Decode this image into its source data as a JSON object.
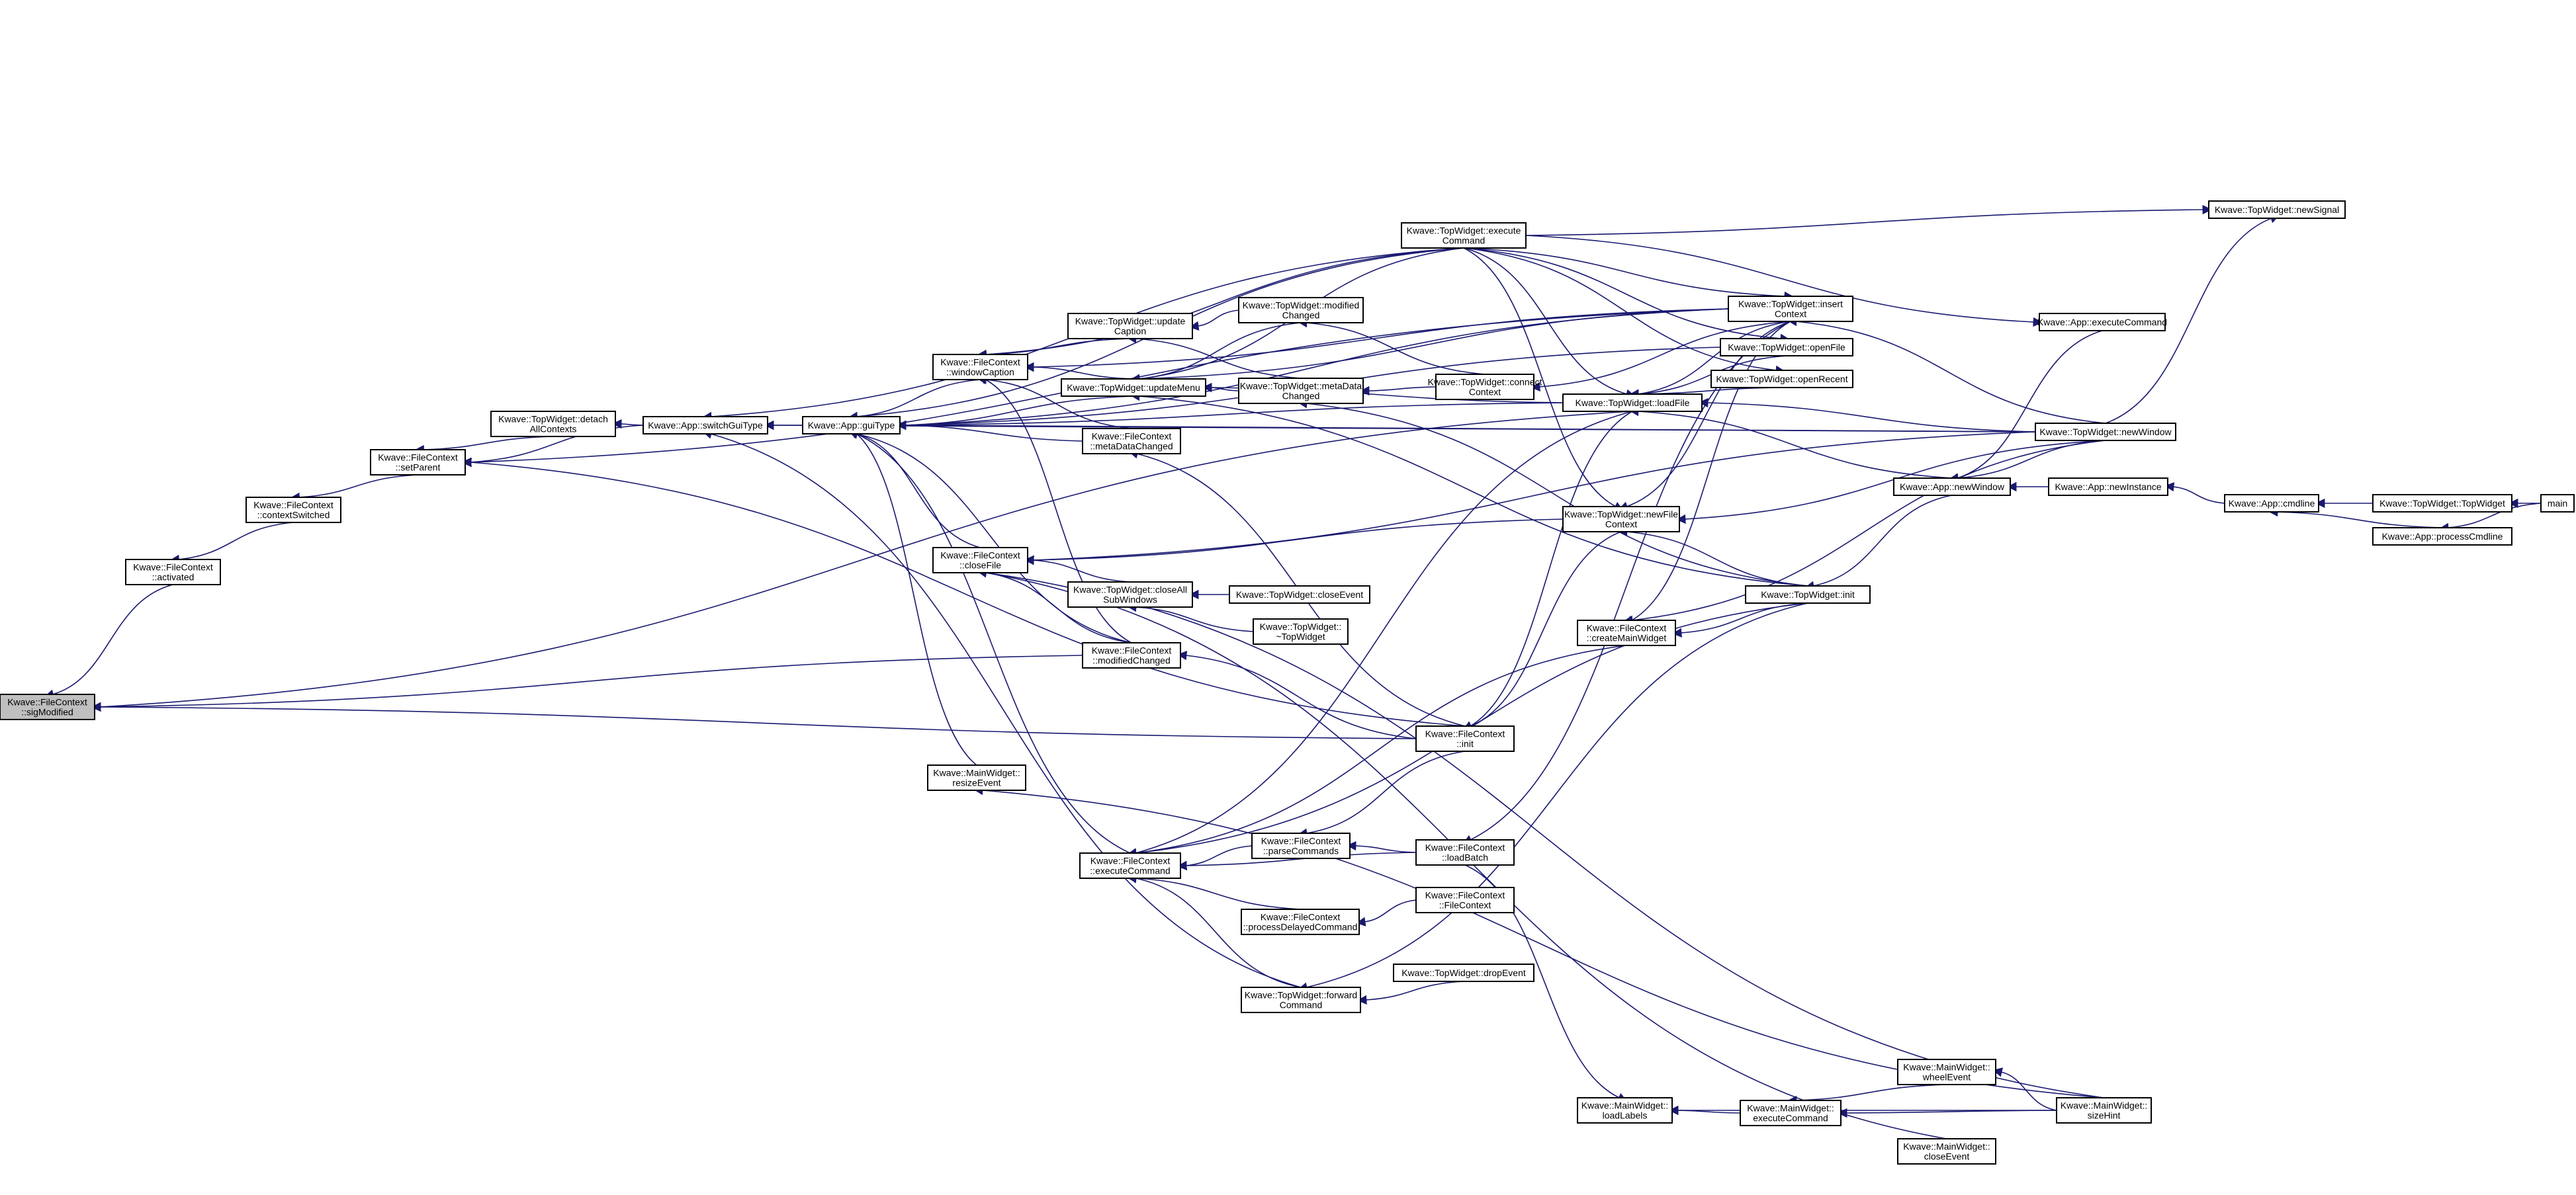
{
  "colors": {
    "edge": "#191970",
    "node_border": "#000000",
    "root_fill": "#bfbfbf",
    "node_fill": "#ffffff"
  },
  "nodes": {
    "sigModified": [
      "Kwave::FileContext",
      "::sigModified"
    ],
    "activated": [
      "Kwave::FileContext",
      "::activated"
    ],
    "contextSwitched": [
      "Kwave::FileContext",
      "::contextSwitched"
    ],
    "setParent": [
      "Kwave::FileContext",
      "::setParent"
    ],
    "detachAllContexts": [
      "Kwave::TopWidget::detach",
      "AllContexts"
    ],
    "switchGuiType": [
      "Kwave::App::switchGuiType"
    ],
    "guiType": [
      "Kwave::App::guiType"
    ],
    "windowCaption": [
      "Kwave::FileContext",
      "::windowCaption"
    ],
    "updateCaption": [
      "Kwave::TopWidget::update",
      "Caption"
    ],
    "updateMenu": [
      "Kwave::TopWidget::updateMenu"
    ],
    "metaDataChangedFC": [
      "Kwave::FileContext",
      "::metaDataChanged"
    ],
    "closeFile": [
      "Kwave::FileContext",
      "::closeFile"
    ],
    "closeAllSubWindows": [
      "Kwave::TopWidget::closeAll",
      "SubWindows"
    ],
    "closeEventTW": [
      "Kwave::TopWidget::closeEvent"
    ],
    "dtorTopWidget": [
      "Kwave::TopWidget::",
      "~TopWidget"
    ],
    "modifiedChangedFC": [
      "Kwave::FileContext",
      "::modifiedChanged"
    ],
    "resizeEvent": [
      "Kwave::MainWidget::",
      "resizeEvent"
    ],
    "executeCommandFC": [
      "Kwave::FileContext",
      "::executeCommand"
    ],
    "parseCommands": [
      "Kwave::FileContext",
      "::parseCommands"
    ],
    "processDelayedCommand": [
      "Kwave::FileContext",
      "::processDelayedCommand"
    ],
    "forwardCommand": [
      "Kwave::TopWidget::forward",
      "Command"
    ],
    "dropEvent": [
      "Kwave::TopWidget::dropEvent"
    ],
    "modifiedChangedTW": [
      "Kwave::TopWidget::modified",
      "Changed"
    ],
    "metaDataChangedTW": [
      "Kwave::TopWidget::metaData",
      "Changed"
    ],
    "connectContext": [
      "Kwave::TopWidget::connect",
      "Context"
    ],
    "executeCommandTW": [
      "Kwave::TopWidget::execute",
      "Command"
    ],
    "initFC": [
      "Kwave::FileContext",
      "::init"
    ],
    "loadBatch": [
      "Kwave::FileContext",
      "::loadBatch"
    ],
    "ctorFileContext": [
      "Kwave::FileContext",
      "::FileContext"
    ],
    "loadFile": [
      "Kwave::TopWidget::loadFile"
    ],
    "newFile": [
      "Kwave::TopWidget::newFile",
      "Context"
    ],
    "createMainWidget": [
      "Kwave::FileContext",
      "::createMainWidget"
    ],
    "insertContext": [
      "Kwave::TopWidget::insert",
      "Context"
    ],
    "openFile": [
      "Kwave::TopWidget::openFile"
    ],
    "openRecent": [
      "Kwave::TopWidget::openRecent"
    ],
    "initTW": [
      "Kwave::TopWidget::init"
    ],
    "loadLabels": [
      "Kwave::MainWidget::",
      "loadLabels"
    ],
    "executeCommandMW": [
      "Kwave::MainWidget::",
      "executeCommand"
    ],
    "wheelEvent": [
      "Kwave::MainWidget::",
      "wheelEvent"
    ],
    "closeEventMW": [
      "Kwave::MainWidget::",
      "closeEvent"
    ],
    "sizeHint": [
      "Kwave::MainWidget::",
      "sizeHint"
    ],
    "newSignal": [
      "Kwave::TopWidget::newSignal"
    ],
    "executeCommandApp": [
      "Kwave::App::executeCommand"
    ],
    "newWindowApp": [
      "Kwave::App::newWindow"
    ],
    "newWindowTW": [
      "Kwave::TopWidget::newWindow"
    ],
    "newInstance": [
      "Kwave::App::newInstance"
    ],
    "cmdline": [
      "Kwave::App::cmdline"
    ],
    "ctorTopWidget": [
      "Kwave::TopWidget::TopWidget"
    ],
    "processCmdline": [
      "Kwave::App::processCmdline"
    ],
    "main": [
      "main"
    ]
  }
}
